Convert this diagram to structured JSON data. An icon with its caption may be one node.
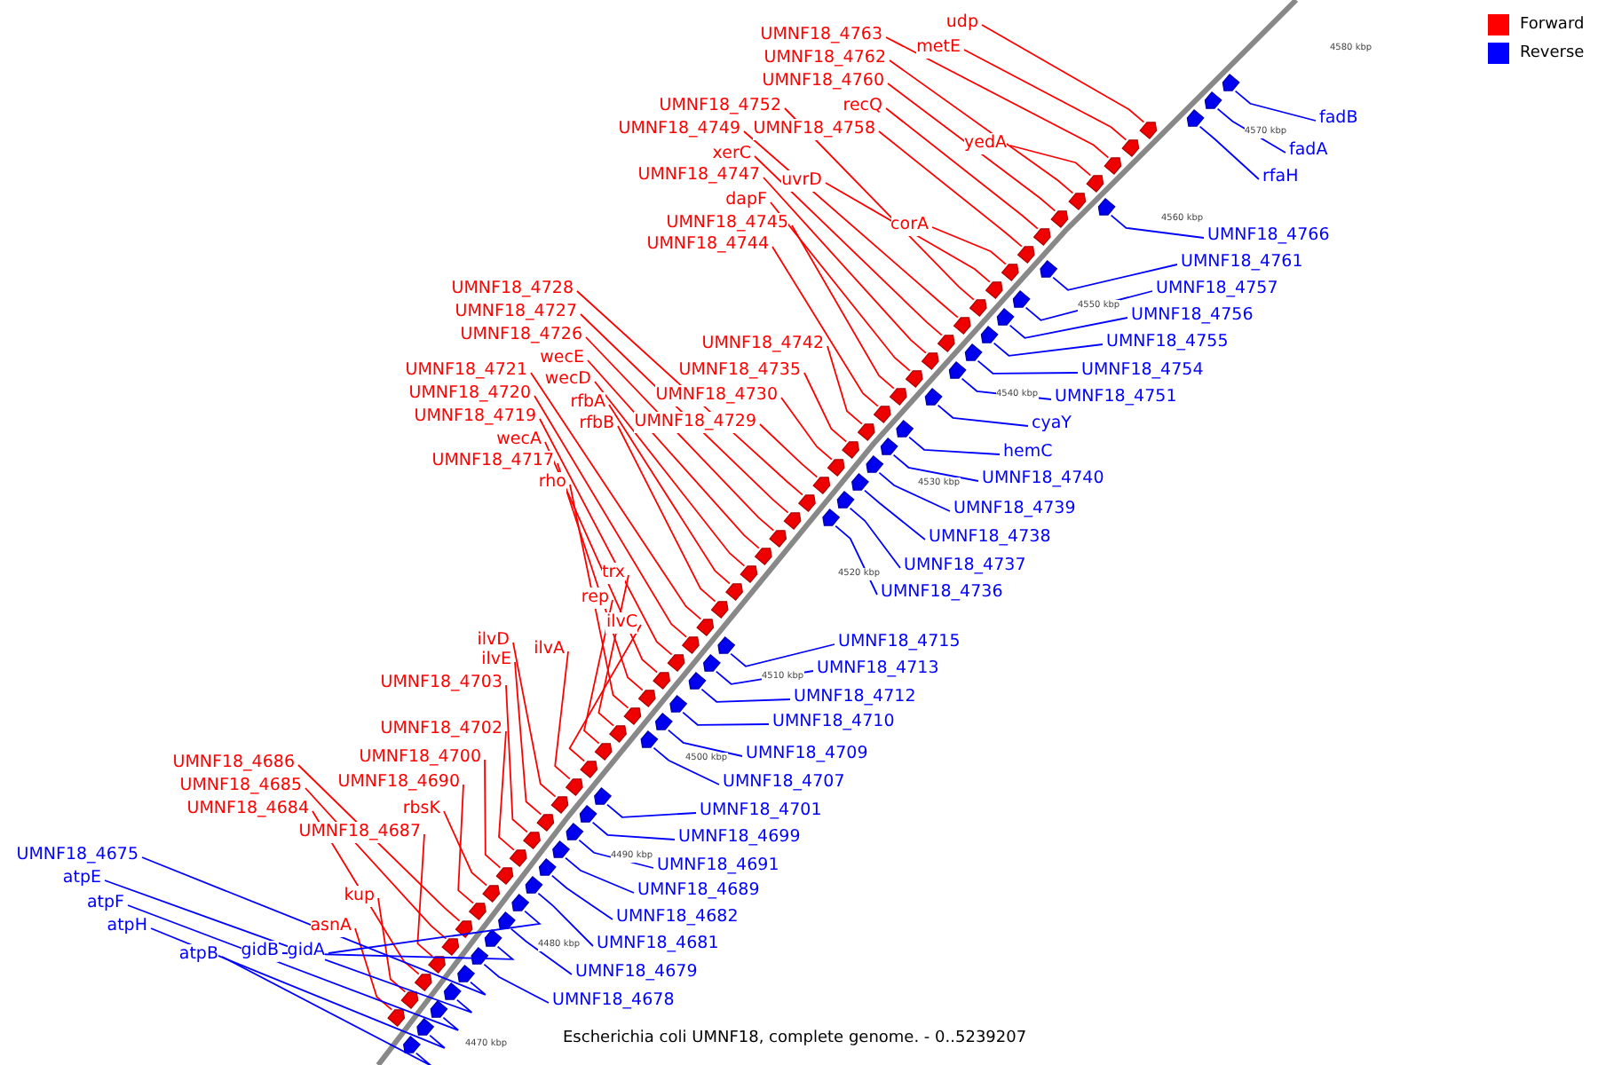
{
  "diagram": {
    "caption": "Escherichia coli UMNF18, complete genome. - 0..5239207",
    "nodes": [
      {
        "text": [
          "UMNF18_4763"
        ]
      },
      {
        "text": [
          "udp"
        ]
      },
      {
        "text": [
          "metE"
        ]
      },
      {
        "text": [
          "UMNF18_4762"
        ]
      },
      {
        "text": [
          "UMNF18_4760"
        ]
      },
      {
        "text": [
          "UMNF18_4752"
        ]
      },
      {
        "text": [
          "recQ"
        ]
      },
      {
        "text": [
          "UMNF18_4749"
        ]
      },
      {
        "text": [
          "UMNF18_4758"
        ]
      },
      {
        "text": [
          "yedA"
        ]
      },
      {
        "text": [
          "xerC"
        ]
      },
      {
        "text": [
          "UMNF18_4747"
        ]
      },
      {
        "text": [
          "uvrD"
        ]
      },
      {
        "text": [
          "dapF"
        ]
      },
      {
        "text": [
          "UMNF18_4745"
        ]
      },
      {
        "text": [
          "corA"
        ]
      },
      {
        "text": [
          "UMNF18_4744"
        ]
      },
      {
        "text": [
          "UMNF18_4728"
        ]
      },
      {
        "text": [
          "UMNF18_4727"
        ]
      },
      {
        "text": [
          "UMNF18_4726"
        ]
      },
      {
        "text": [
          "UMNF18_4742"
        ]
      },
      {
        "text": [
          "wecE"
        ]
      },
      {
        "text": [
          "UMNF18_4721"
        ]
      },
      {
        "text": [
          "UMNF18_4735"
        ]
      },
      {
        "text": [
          "wecD"
        ]
      },
      {
        "text": [
          "UMNF18_4720"
        ]
      },
      {
        "text": [
          "UMNF18_4730"
        ]
      },
      {
        "text": [
          "rfbA"
        ]
      },
      {
        "text": [
          "UMNF18_4719"
        ]
      },
      {
        "text": [
          "UMNF18_4729"
        ]
      },
      {
        "text": [
          "rfbB"
        ]
      },
      {
        "text": [
          "wecA"
        ]
      },
      {
        "text": [
          "UMNF18_4717"
        ]
      },
      {
        "text": [
          "rho"
        ]
      },
      {
        "text": [
          "trx"
        ]
      },
      {
        "text": [
          "rep"
        ]
      },
      {
        "text": [
          "ilvC"
        ]
      },
      {
        "text": [
          "ilvD"
        ]
      },
      {
        "text": [
          "ilvA"
        ]
      },
      {
        "text": [
          "ilvE"
        ]
      },
      {
        "text": [
          "UMNF18_4703"
        ]
      },
      {
        "text": [
          "UMNF18_4702"
        ]
      },
      {
        "text": [
          "UMNF18_4700"
        ]
      },
      {
        "text": [
          "UMNF18_4686"
        ]
      },
      {
        "text": [
          "UMNF18_4690"
        ]
      },
      {
        "text": [
          "UMNF18_4685"
        ]
      },
      {
        "text": [
          "UMNF18_4684"
        ]
      },
      {
        "text": [
          "rbsK"
        ]
      },
      {
        "text": [
          "UMNF18_4687"
        ]
      },
      {
        "text": [
          "kup"
        ]
      },
      {
        "text": [
          "asnA"
        ]
      },
      {
        "text": [
          "fadB"
        ]
      },
      {
        "text": [
          "fadA"
        ]
      },
      {
        "text": [
          "rfaH"
        ]
      },
      {
        "text": [
          "UMNF18_4766"
        ]
      },
      {
        "text": [
          "UMNF18_4761"
        ]
      },
      {
        "text": [
          "UMNF18_4757"
        ]
      },
      {
        "text": [
          "UMNF18_4756"
        ]
      },
      {
        "text": [
          "UMNF18_4755"
        ]
      },
      {
        "text": [
          "UMNF18_4754"
        ]
      },
      {
        "text": [
          "UMNF18_4751"
        ]
      },
      {
        "text": [
          "cyaY"
        ]
      },
      {
        "text": [
          "hemC"
        ]
      },
      {
        "text": [
          "UMNF18_4740"
        ]
      },
      {
        "text": [
          "UMNF18_4739"
        ]
      },
      {
        "text": [
          "UMNF18_4738"
        ]
      },
      {
        "text": [
          "UMNF18_4737"
        ]
      },
      {
        "text": [
          "UMNF18_4736"
        ]
      },
      {
        "text": [
          "UMNF18_4715"
        ]
      },
      {
        "text": [
          "UMNF18_4713"
        ]
      },
      {
        "text": [
          "UMNF18_4712"
        ]
      },
      {
        "text": [
          "UMNF18_4710"
        ]
      },
      {
        "text": [
          "UMNF18_4709"
        ]
      },
      {
        "text": [
          "UMNF18_4707"
        ]
      },
      {
        "text": [
          "UMNF18_4701"
        ]
      },
      {
        "text": [
          "UMNF18_4699"
        ]
      },
      {
        "text": [
          "UMNF18_4691"
        ]
      },
      {
        "text": [
          "UMNF18_4689"
        ]
      },
      {
        "text": [
          "UMNF18_4682"
        ]
      },
      {
        "text": [
          "UMNF18_4681"
        ]
      },
      {
        "text": [
          "UMNF18_4679"
        ]
      },
      {
        "text": [
          "UMNF18_4678"
        ]
      },
      {
        "text": [
          "UMNF18_4675"
        ]
      },
      {
        "text": [
          "atpE"
        ]
      },
      {
        "text": [
          "atpF"
        ]
      },
      {
        "text": [
          "atpH"
        ]
      },
      {
        "text": [
          "atpB"
        ]
      },
      {
        "text": [
          "gidB"
        ]
      },
      {
        "text": [
          "gidA"
        ]
      },
      {
        "text": [],
        "shape": "pentagon"
      },
      {
        "text": [],
        "shape": "pentagon"
      },
      {
        "text": [],
        "shape": "pentagon"
      },
      {
        "text": [],
        "shape": "pentagon"
      },
      {
        "text": [],
        "shape": "pentagon"
      },
      {
        "text": [],
        "shape": "pentagon"
      },
      {
        "text": [],
        "shape": "pentagon"
      },
      {
        "text": [],
        "shape": "pentagon"
      },
      {
        "text": [],
        "shape": "pentagon"
      },
      {
        "text": [],
        "shape": "pentagon"
      },
      {
        "text": [],
        "shape": "pentagon"
      },
      {
        "text": [],
        "shape": "pentagon"
      },
      {
        "text": [],
        "shape": "pentagon"
      },
      {
        "text": [],
        "shape": "pentagon"
      },
      {
        "text": [],
        "shape": "pentagon"
      },
      {
        "text": [],
        "shape": "pentagon"
      },
      {
        "text": [],
        "shape": "pentagon"
      },
      {
        "text": [],
        "shape": "pentagon"
      },
      {
        "text": [],
        "shape": "pentagon"
      },
      {
        "text": [],
        "shape": "pentagon"
      },
      {
        "text": [],
        "shape": "pentagon"
      },
      {
        "text": [],
        "shape": "pentagon"
      },
      {
        "text": [],
        "shape": "pentagon"
      },
      {
        "text": [],
        "shape": "pentagon"
      },
      {
        "text": [],
        "shape": "pentagon"
      },
      {
        "text": [],
        "shape": "pentagon"
      },
      {
        "text": [],
        "shape": "pentagon"
      },
      {
        "text": [],
        "shape": "pentagon"
      },
      {
        "text": [],
        "shape": "pentagon"
      },
      {
        "text": [],
        "shape": "pentagon"
      },
      {
        "text": [],
        "shape": "pentagon"
      },
      {
        "text": [],
        "shape": "pentagon"
      },
      {
        "text": [],
        "shape": "pentagon"
      },
      {
        "text": [],
        "shape": "pentagon"
      },
      {
        "text": [],
        "shape": "pentagon"
      },
      {
        "text": [],
        "shape": "pentagon"
      },
      {
        "text": [],
        "shape": "pentagon"
      },
      {
        "text": [],
        "shape": "pentagon"
      },
      {
        "text": [],
        "shape": "pentagon"
      },
      {
        "text": [],
        "shape": "pentagon"
      },
      {
        "text": [],
        "shape": "pentagon"
      },
      {
        "text": [],
        "shape": "pentagon"
      },
      {
        "text": [],
        "shape": "pentagon"
      },
      {
        "text": [],
        "shape": "pentagon"
      },
      {
        "text": [],
        "shape": "pentagon"
      },
      {
        "text": [],
        "shape": "pentagon"
      },
      {
        "text": [],
        "shape": "pentagon"
      },
      {
        "text": [],
        "shape": "pentagon"
      },
      {
        "text": [],
        "shape": "pentagon"
      },
      {
        "text": [],
        "shape": "pentagon"
      },
      {
        "text": [],
        "shape": "pentagon"
      },
      {
        "text": [],
        "shape": "pentagon"
      },
      {
        "text": [],
        "shape": "pentagon"
      },
      {
        "text": [],
        "shape": "pentagon"
      },
      {
        "text": [],
        "shape": "pentagon"
      },
      {
        "text": [],
        "shape": "pentagon"
      },
      {
        "text": [],
        "shape": "pentagon"
      },
      {
        "text": [],
        "shape": "pentagon"
      },
      {
        "text": [],
        "shape": "pentagon"
      },
      {
        "text": [],
        "shape": "pentagon"
      },
      {
        "text": [],
        "shape": "pentagon"
      },
      {
        "text": [],
        "shape": "pentagon"
      },
      {
        "text": [],
        "shape": "pentagon"
      },
      {
        "text": [],
        "shape": "pentagon"
      },
      {
        "text": [],
        "shape": "pentagon"
      },
      {
        "text": [],
        "shape": "pentagon"
      },
      {
        "text": [],
        "shape": "pentagon"
      },
      {
        "text": [],
        "shape": "pentagon"
      },
      {
        "text": [],
        "shape": "pentagon"
      },
      {
        "text": [],
        "shape": "pentagon"
      },
      {
        "text": [],
        "shape": "pentagon"
      },
      {
        "text": [],
        "shape": "pentagon"
      },
      {
        "text": [],
        "shape": "pentagon"
      },
      {
        "text": [],
        "shape": "pentagon"
      },
      {
        "text": [],
        "shape": "pentagon"
      },
      {
        "text": [],
        "shape": "pentagon"
      },
      {
        "text": [],
        "shape": "pentagon"
      },
      {
        "text": [],
        "shape": "pentagon"
      },
      {
        "text": [],
        "shape": "pentagon"
      },
      {
        "text": [],
        "shape": "pentagon"
      },
      {
        "text": [],
        "shape": "pentagon"
      },
      {
        "text": [],
        "shape": "pentagon"
      },
      {
        "text": [],
        "shape": "pentagon"
      },
      {
        "text": [],
        "shape": "pentagon"
      },
      {
        "text": [],
        "shape": "pentagon"
      },
      {
        "text": [],
        "shape": "pentagon"
      },
      {
        "text": [],
        "shape": "pentagon"
      },
      {
        "text": [],
        "shape": "pentagon"
      },
      {
        "text": [],
        "shape": "pentagon"
      }
    ],
    "edges": [
      {
        "from": 0,
        "to": 89,
        "arrow": "none"
      },
      {
        "from": 1,
        "to": 90,
        "arrow": "none"
      },
      {
        "from": 2,
        "to": 91,
        "arrow": "none"
      },
      {
        "from": 3,
        "to": 92,
        "arrow": "none"
      },
      {
        "from": 4,
        "to": 93,
        "arrow": "none"
      },
      {
        "from": 5,
        "to": 94,
        "arrow": "none"
      },
      {
        "from": 6,
        "to": 95,
        "arrow": "none"
      },
      {
        "from": 7,
        "to": 96,
        "arrow": "none"
      },
      {
        "from": 8,
        "to": 97,
        "arrow": "none"
      },
      {
        "from": 9,
        "to": 98,
        "arrow": "none"
      },
      {
        "from": 10,
        "to": 99,
        "arrow": "none"
      },
      {
        "from": 11,
        "to": 100,
        "arrow": "none"
      },
      {
        "from": 12,
        "to": 101,
        "arrow": "none"
      },
      {
        "from": 13,
        "to": 102,
        "arrow": "none"
      },
      {
        "from": 14,
        "to": 103,
        "arrow": "none"
      },
      {
        "from": 15,
        "to": 104,
        "arrow": "none"
      },
      {
        "from": 16,
        "to": 105,
        "arrow": "none"
      },
      {
        "from": 17,
        "to": 106,
        "arrow": "none"
      },
      {
        "from": 18,
        "to": 107,
        "arrow": "none"
      },
      {
        "from": 19,
        "to": 108,
        "arrow": "none"
      },
      {
        "from": 20,
        "to": 109,
        "arrow": "none"
      },
      {
        "from": 21,
        "to": 110,
        "arrow": "none"
      },
      {
        "from": 22,
        "to": 111,
        "arrow": "none"
      },
      {
        "from": 23,
        "to": 112,
        "arrow": "none"
      },
      {
        "from": 24,
        "to": 113,
        "arrow": "none"
      },
      {
        "from": 25,
        "to": 114,
        "arrow": "none"
      },
      {
        "from": 26,
        "to": 115,
        "arrow": "none"
      },
      {
        "from": 27,
        "to": 116,
        "arrow": "none"
      },
      {
        "from": 28,
        "to": 117,
        "arrow": "none"
      },
      {
        "from": 29,
        "to": 118,
        "arrow": "none"
      },
      {
        "from": 30,
        "to": 119,
        "arrow": "none"
      },
      {
        "from": 31,
        "to": 120,
        "arrow": "none"
      },
      {
        "from": 32,
        "to": 121,
        "arrow": "none"
      },
      {
        "from": 33,
        "to": 122,
        "arrow": "none"
      },
      {
        "from": 34,
        "to": 123,
        "arrow": "none"
      },
      {
        "from": 35,
        "to": 124,
        "arrow": "none"
      },
      {
        "from": 36,
        "to": 125,
        "arrow": "none"
      },
      {
        "from": 37,
        "to": 126,
        "arrow": "none"
      },
      {
        "from": 38,
        "to": 127,
        "arrow": "none"
      },
      {
        "from": 39,
        "to": 128,
        "arrow": "none"
      },
      {
        "from": 40,
        "to": 129,
        "arrow": "none"
      },
      {
        "from": 41,
        "to": 130,
        "arrow": "none"
      },
      {
        "from": 42,
        "to": 131,
        "arrow": "none"
      },
      {
        "from": 43,
        "to": 132,
        "arrow": "none"
      },
      {
        "from": 44,
        "to": 133,
        "arrow": "none"
      },
      {
        "from": 45,
        "to": 134,
        "arrow": "none"
      },
      {
        "from": 46,
        "to": 135,
        "arrow": "none"
      },
      {
        "from": 47,
        "to": 136,
        "arrow": "none"
      },
      {
        "from": 48,
        "to": 137,
        "arrow": "none"
      },
      {
        "from": 49,
        "to": 138,
        "arrow": "none"
      },
      {
        "from": 50,
        "to": 139,
        "arrow": "none"
      },
      {
        "from": 51,
        "to": 140,
        "arrow": "none",
        "color": "#0000ff"
      },
      {
        "from": 52,
        "to": 141,
        "arrow": "none",
        "color": "#0000ff"
      },
      {
        "from": 53,
        "to": 142,
        "arrow": "none",
        "color": "#0000ff"
      },
      {
        "from": 54,
        "to": 143,
        "arrow": "none",
        "color": "#0000ff"
      },
      {
        "from": 55,
        "to": 144,
        "arrow": "none",
        "color": "#0000ff"
      },
      {
        "from": 56,
        "to": 145,
        "arrow": "none",
        "color": "#0000ff"
      },
      {
        "from": 57,
        "to": 146,
        "arrow": "none",
        "color": "#0000ff"
      },
      {
        "from": 58,
        "to": 147,
        "arrow": "none",
        "color": "#0000ff"
      },
      {
        "from": 59,
        "to": 148,
        "arrow": "none",
        "color": "#0000ff"
      },
      {
        "from": 60,
        "to": 149,
        "arrow": "none",
        "color": "#0000ff"
      },
      {
        "from": 61,
        "to": 150,
        "arrow": "none",
        "color": "#0000ff"
      },
      {
        "from": 62,
        "to": 151,
        "arrow": "none",
        "color": "#0000ff"
      },
      {
        "from": 63,
        "to": 152,
        "arrow": "none",
        "color": "#0000ff"
      },
      {
        "from": 64,
        "to": 153,
        "arrow": "none",
        "color": "#0000ff"
      },
      {
        "from": 65,
        "to": 154,
        "arrow": "none",
        "color": "#0000ff"
      },
      {
        "from": 66,
        "to": 155,
        "arrow": "none",
        "color": "#0000ff"
      },
      {
        "from": 67,
        "to": 156,
        "arrow": "none",
        "color": "#0000ff"
      },
      {
        "from": 68,
        "to": 157,
        "arrow": "none",
        "color": "#0000ff"
      },
      {
        "from": 69,
        "to": 158,
        "arrow": "none",
        "color": "#0000ff"
      },
      {
        "from": 70,
        "to": 159,
        "arrow": "none",
        "color": "#0000ff"
      },
      {
        "from": 71,
        "to": 160,
        "arrow": "none",
        "color": "#0000ff"
      },
      {
        "from": 72,
        "to": 161,
        "arrow": "none",
        "color": "#0000ff"
      },
      {
        "from": 73,
        "to": 162,
        "arrow": "none",
        "color": "#0000ff"
      },
      {
        "from": 74,
        "to": 163,
        "arrow": "none",
        "color": "#0000ff"
      },
      {
        "from": 75,
        "to": 164,
        "arrow": "none",
        "color": "#0000ff"
      },
      {
        "from": 76,
        "to": 165,
        "arrow": "none",
        "color": "#0000ff"
      },
      {
        "from": 77,
        "to": 166,
        "arrow": "none",
        "color": "#0000ff"
      },
      {
        "from": 78,
        "to": 167,
        "arrow": "none",
        "color": "#0000ff"
      },
      {
        "from": 79,
        "to": 168,
        "arrow": "none",
        "color": "#0000ff"
      },
      {
        "from": 80,
        "to": 169,
        "arrow": "none",
        "color": "#0000ff"
      },
      {
        "from": 81,
        "to": 170,
        "arrow": "none",
        "color": "#0000ff"
      },
      {
        "from": 82,
        "to": 171,
        "arrow": "none",
        "color": "#0000ff"
      },
      {
        "from": 83,
        "to": 172,
        "arrow": "none",
        "color": "#0000ff"
      },
      {
        "from": 84,
        "to": 173,
        "arrow": "none",
        "color": "#0000ff"
      },
      {
        "from": 85,
        "to": 174,
        "arrow": "none",
        "color": "#0000ff"
      },
      {
        "from": 86,
        "to": 175,
        "arrow": "none",
        "color": "#0000ff"
      },
      {
        "from": 87,
        "to": 176,
        "arrow": "none",
        "color": "#0000ff"
      },
      {
        "from": 88,
        "to": 177,
        "arrow": "none",
        "color": "#0000ff"
      }
    ],
    "labels": [
      "4580 kbp",
      "4570 kbp",
      "4560 kbp",
      "4550 kbp",
      "4540 kbp",
      "4530 kbp",
      "4520 kbp",
      "4510 kbp",
      "4500 kbp",
      "4490 kbp",
      "4480 kbp",
      "4470 kbp"
    ],
    "legend": [
      {
        "text": "Forward",
        "color": "#ff0000"
      },
      {
        "text": "Reverse",
        "color": "#0000ff"
      }
    ]
  }
}
